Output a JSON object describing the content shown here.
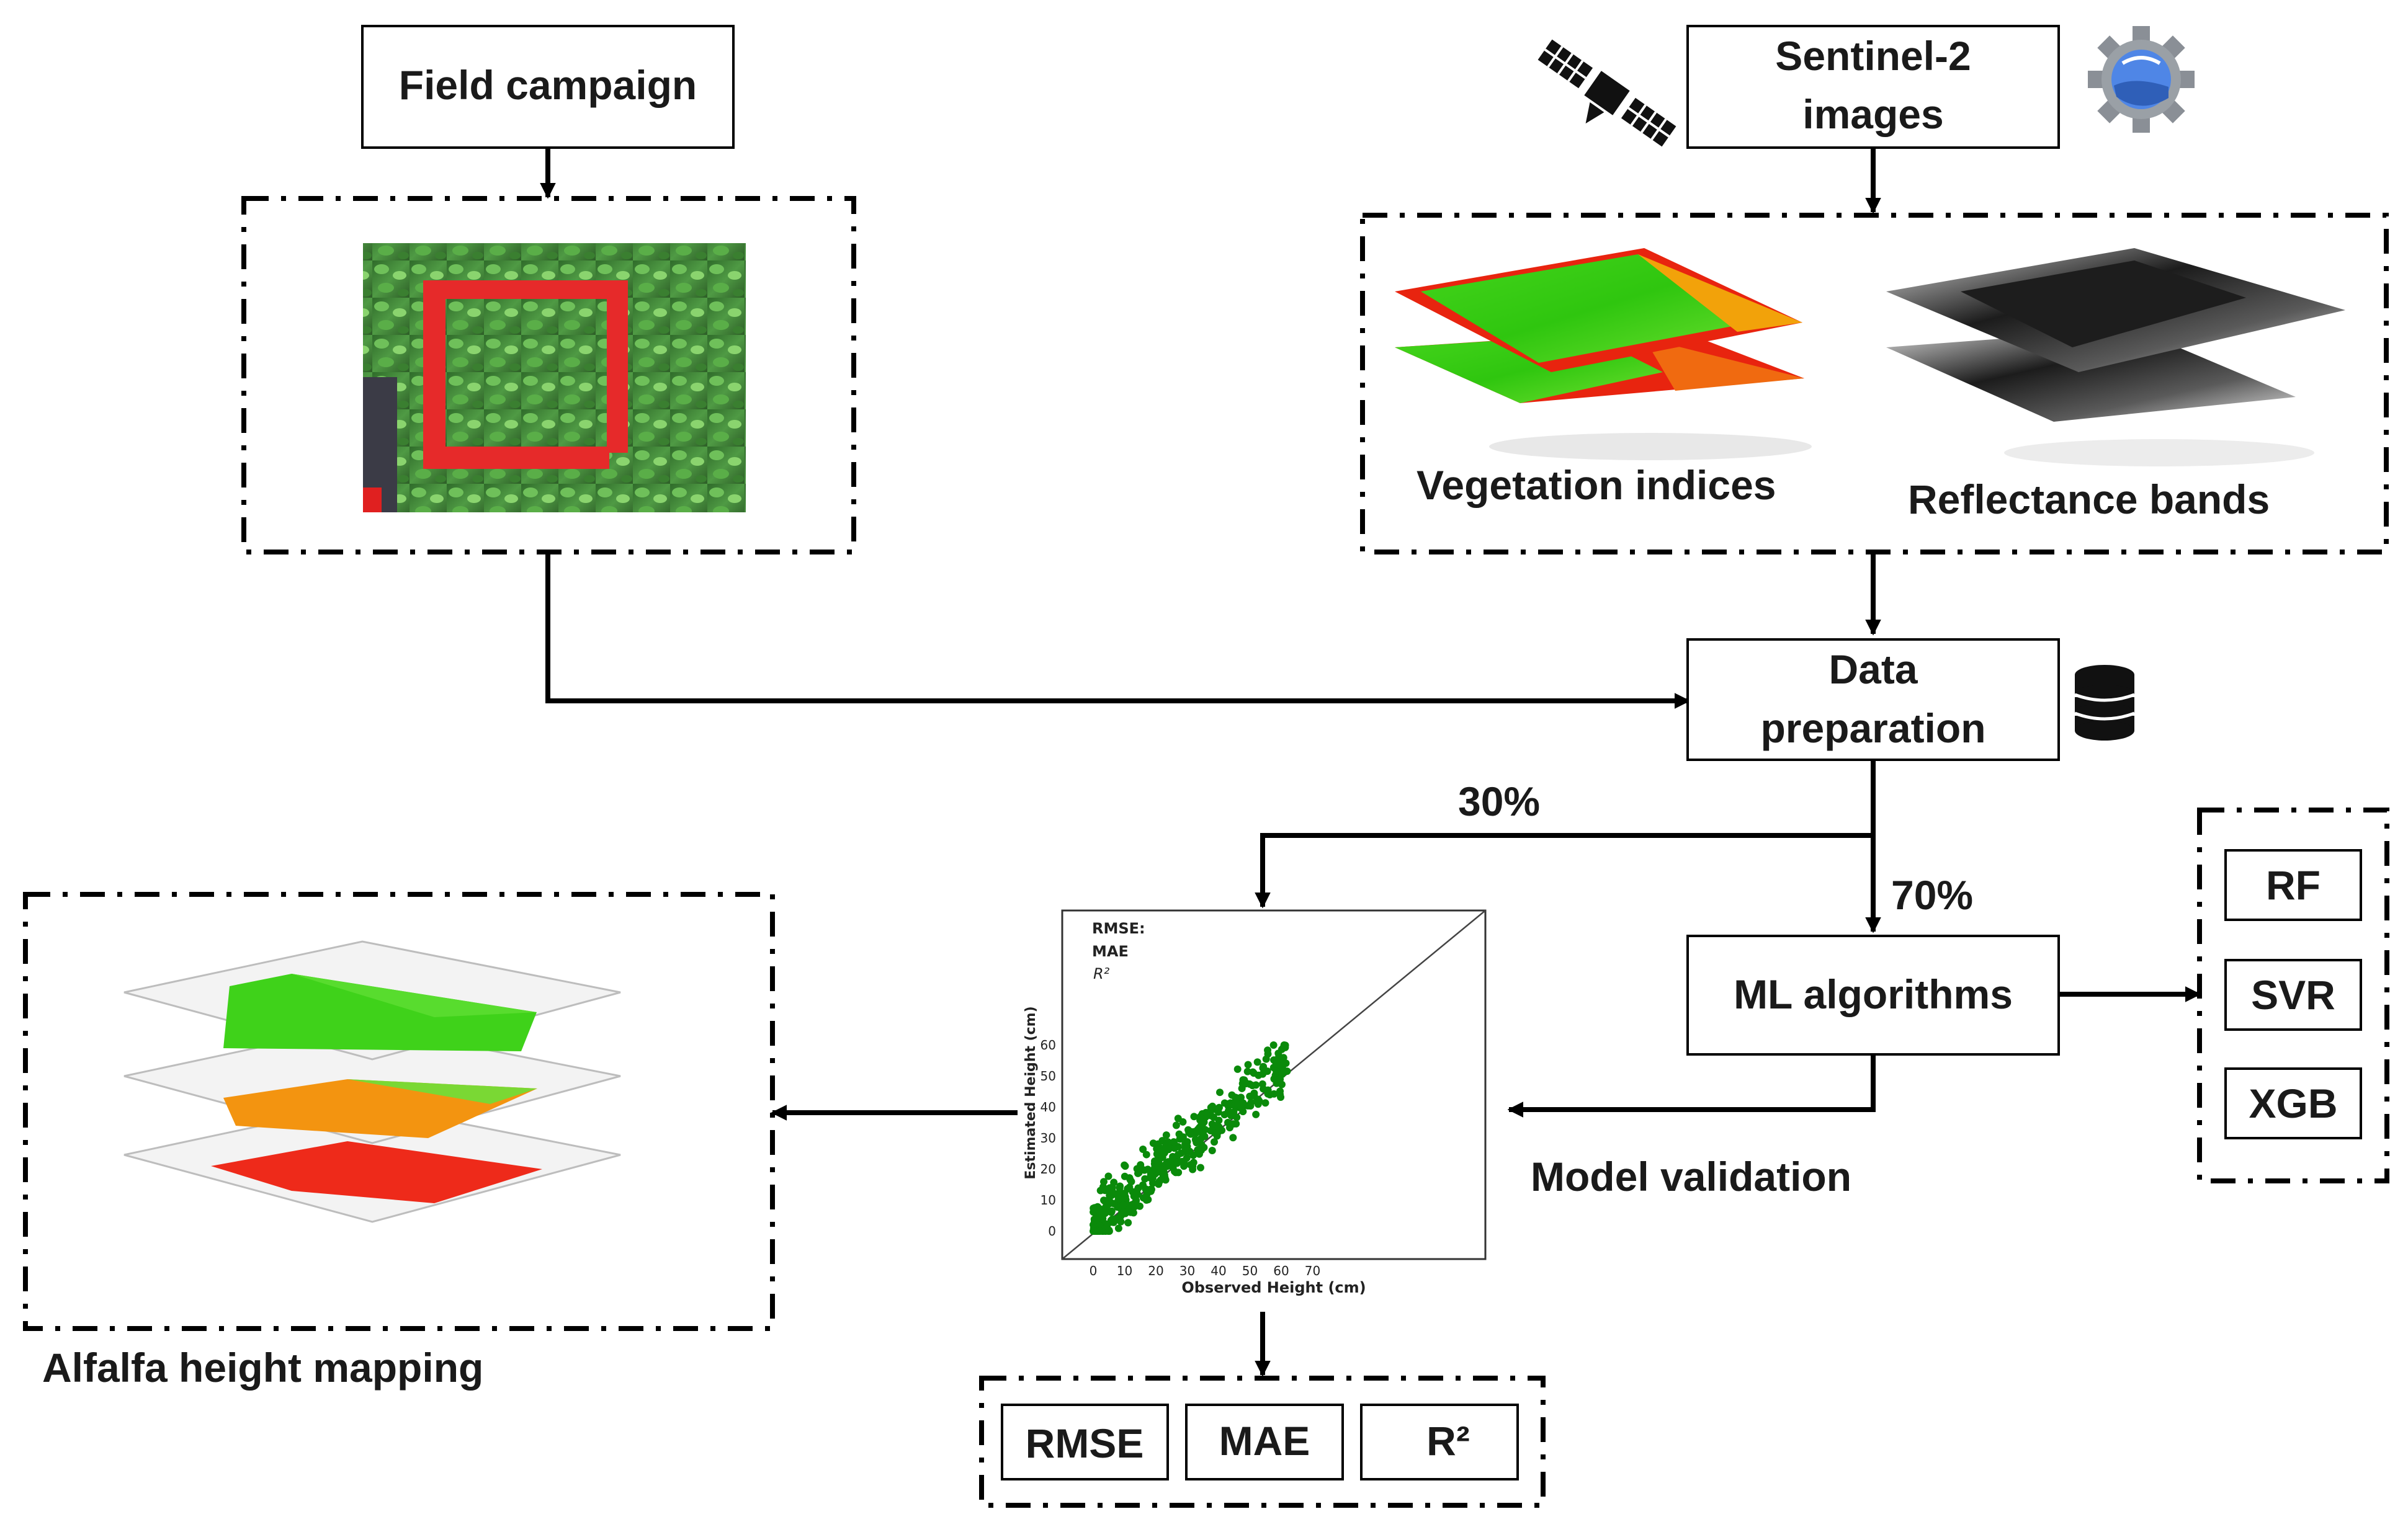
{
  "nodes": {
    "field_campaign": "Field campaign",
    "sentinel_line1": "Sentinel-2",
    "sentinel_line2": "images",
    "vegetation_indices": "Vegetation indices",
    "reflectance_bands": "Reflectance bands",
    "data_prep_line1": "Data",
    "data_prep_line2": "preparation",
    "ml_algorithms": "ML algorithms",
    "model_validation": "Model validation",
    "height_mapping": "Alfalfa height mapping"
  },
  "split": {
    "test": "30%",
    "train": "70%"
  },
  "algorithms": [
    "RF",
    "SVR",
    "XGB"
  ],
  "metrics": [
    "RMSE",
    "MAE",
    "R²"
  ],
  "icons": [
    "satellite-icon",
    "gear-globe-icon",
    "database-icon"
  ],
  "colors": {
    "points": "#0a8a0a",
    "index_low": "#e8240f",
    "index_mid": "#f2a20a",
    "index_high": "#3fd21a"
  },
  "scatter": {
    "legend": [
      "RMSE:",
      "MAE",
      "R²"
    ],
    "xlabel": "Observed Height (cm)",
    "ylabel": "Estimated Height (cm)",
    "xticks": [
      "0",
      "10",
      "20",
      "30",
      "40",
      "50",
      "60",
      "70"
    ],
    "yticks": [
      "0",
      "10",
      "20",
      "30",
      "40",
      "50",
      "60"
    ]
  }
}
